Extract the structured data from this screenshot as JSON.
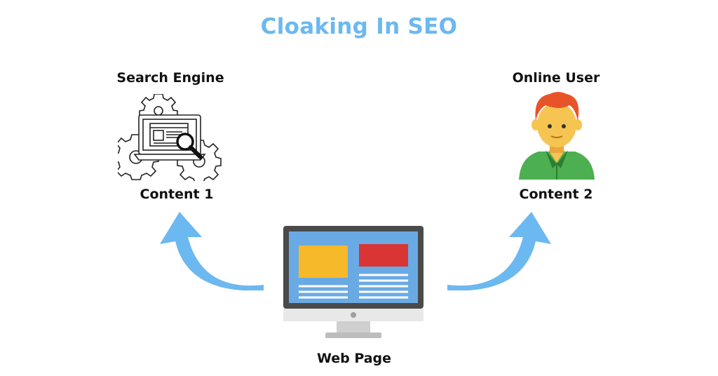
{
  "title": "Cloaking In SEO",
  "search_engine": {
    "label": "Search Engine",
    "content_label": "Content 1",
    "icon": "search-engine-gears-icon"
  },
  "online_user": {
    "label": "Online User",
    "content_label": "Content 2",
    "icon": "user-avatar-icon"
  },
  "web_page": {
    "label": "Web Page",
    "icon": "monitor-icon"
  },
  "colors": {
    "title": "#6cb8f0",
    "arrow": "#6cb8f0",
    "monitor_screen": "#6aaae4",
    "monitor_frame": "#4a4a4a",
    "yellow_block": "#f6b92a",
    "red_block": "#d93535",
    "user_hair": "#e8542a",
    "user_skin": "#f6c451",
    "user_shirt": "#4caf50"
  }
}
